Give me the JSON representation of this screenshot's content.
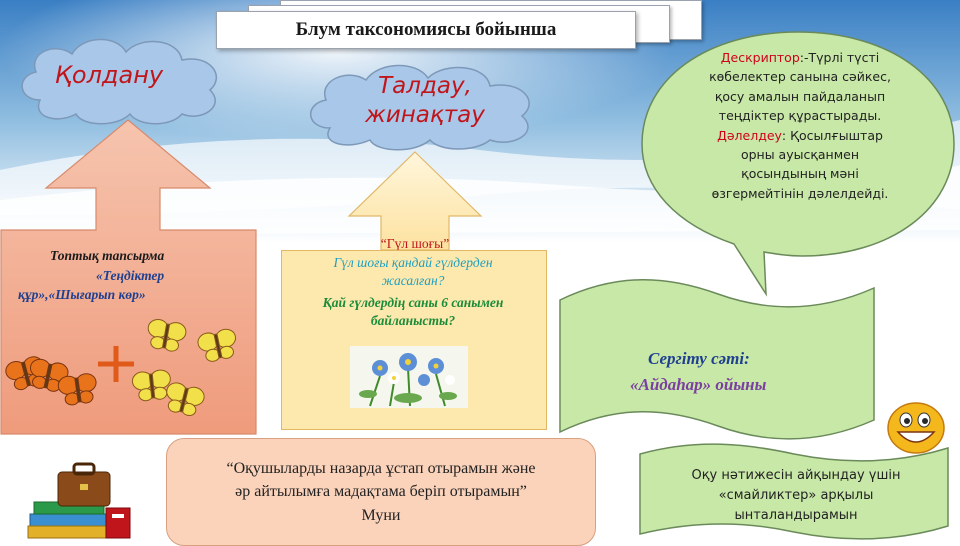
{
  "slide": {
    "title": "Блум таксономиясы бойынша"
  },
  "clouds": {
    "apply_label": "Қолдану",
    "analyze_line1": "Талдау,",
    "analyze_line2": "жинақтау"
  },
  "group_task": {
    "title": "Топтық тапсырма",
    "line2": "«Теңдіктер",
    "line3": "құр»,«Шығарып көр»"
  },
  "flower_task": {
    "label": "“Гүл шоғы”",
    "question1_line1": "Гүл шоғы қандай гүлдерден",
    "question1_line2": "жасалған?",
    "question2_line1": "Қай гүлдердің саны 6 санымен",
    "question2_line2": "байланысты?"
  },
  "descriptor": {
    "descriptor_word": "Дескриптор",
    "descriptor_text_1": ":-Түрлі түсті",
    "line2": "көбелектер санына сәйкес,",
    "line3": "қосу амалын пайдаланып",
    "line4": "теңдіктер  құрастырады.",
    "proof_word": "Дәлелдеу",
    "proof_text_1": ":  Қосылғыштар",
    "line6": "орны ауысқанмен",
    "line7": "қосындының мәні",
    "line8": "өзгермейтінін дәлелдейді."
  },
  "energizer": {
    "line1": "Сергіту сәті:",
    "line2": "«Айдаһар» ойыны"
  },
  "quote": {
    "line1": "“Оқушыларды назарда ұстап отырамын және",
    "line2": "әр айтылымға мадақтама беріп отырамын”",
    "author": "Муни"
  },
  "result": {
    "line1": "Оқу нәтижесін айқындау үшін",
    "line2": "«смайликтер» арқылы",
    "line3": "ынталандырамын"
  },
  "colors": {
    "cloud_text": "#c0161b",
    "group_text": "#1f3f8f",
    "flower_text": "#1f9fbf",
    "descriptor_red": "#d0021b",
    "energizer_line1": "#1f3f8f",
    "energizer_line2": "#7a3fa0"
  },
  "icons": [
    "butterfly-icon",
    "plus-icon",
    "flower-bouquet-icon",
    "smiley-icon",
    "books-briefcase-icon"
  ]
}
